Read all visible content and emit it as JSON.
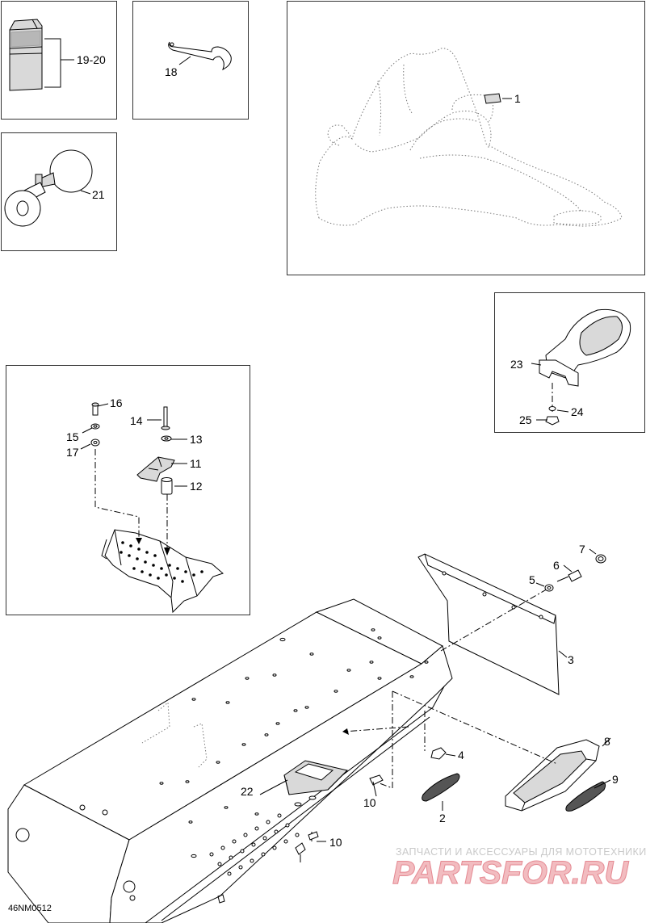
{
  "diagram": {
    "drawing_code": "46NM0512",
    "callouts": {
      "c1": "1",
      "c2": "2",
      "c3": "3",
      "c4": "4",
      "c5": "5",
      "c6": "6",
      "c7": "7",
      "c8": "8",
      "c9": "9",
      "c10a": "10",
      "c10b": "10",
      "c11": "11",
      "c12": "12",
      "c13": "13",
      "c14": "14",
      "c15": "15",
      "c16": "16",
      "c17": "17",
      "c18": "18",
      "c1920": "19-20",
      "c21": "21",
      "c22": "22",
      "c23": "23",
      "c24": "24",
      "c25": "25"
    }
  },
  "watermark": {
    "tagline": "ЗАПЧАСТИ И АКСЕССУАРЫ ДЛЯ МОТОТЕХНИКИ",
    "brand": "PARTSFOR.RU"
  }
}
